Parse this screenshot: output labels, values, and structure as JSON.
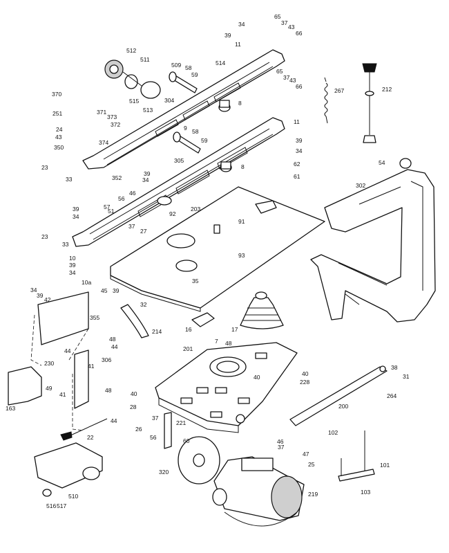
{
  "diagram": {
    "labels": [
      "34",
      "65",
      "37",
      "43",
      "66",
      "39",
      "11",
      "514",
      "512",
      "511",
      "509",
      "58",
      "59",
      "65",
      "37",
      "43",
      "66",
      "267",
      "212",
      "370",
      "515",
      "513",
      "304",
      "8",
      "251",
      "371",
      "373",
      "372",
      "24",
      "43",
      "374",
      "350",
      "9",
      "58",
      "59",
      "11",
      "39",
      "34",
      "23",
      "33",
      "352",
      "39",
      "34",
      "305",
      "8",
      "62",
      "61",
      "54",
      "46",
      "56",
      "57",
      "51",
      "39",
      "34",
      "37",
      "27",
      "302",
      "92",
      "203",
      "91",
      "93",
      "23",
      "33",
      "10",
      "39",
      "34",
      "10a",
      "35",
      "34",
      "39",
      "42",
      "45",
      "39",
      "32",
      "355",
      "214",
      "16",
      "17",
      "7",
      "48",
      "201",
      "40",
      "48",
      "44",
      "44",
      "306",
      "41",
      "230",
      "49",
      "41",
      "48",
      "40",
      "28",
      "163",
      "44",
      "22",
      "26",
      "56",
      "37",
      "221",
      "60",
      "40",
      "228",
      "38",
      "264",
      "31",
      "200",
      "102",
      "46",
      "37",
      "47",
      "25",
      "101",
      "320",
      "219",
      "510",
      "516",
      "517",
      "103"
    ]
  }
}
